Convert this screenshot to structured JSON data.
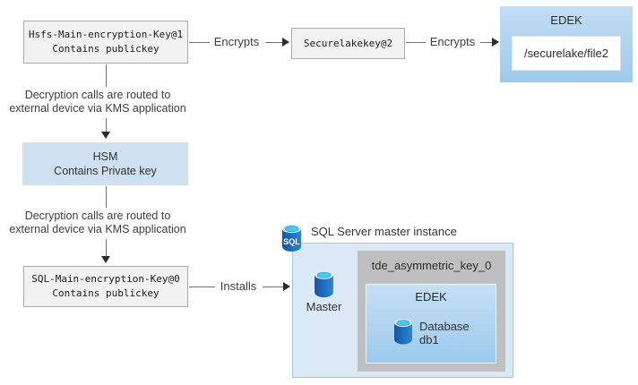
{
  "flow": {
    "hdfs_key": {
      "name": "Hsfs-Main-encryption-Key@1",
      "contains": "Contains publickey"
    },
    "encrypts1": "Encrypts",
    "securelake_key": "Securelakekey@2",
    "encrypts2": "Encrypts",
    "edek_file": {
      "title": "EDEK",
      "path": "/securelake/file2"
    },
    "kms_note1": {
      "line1": "Decryption calls are routed to",
      "line2": "external device via KMS application"
    },
    "hsm": {
      "title": "HSM",
      "contains": "Contains Private key"
    },
    "kms_note2": {
      "line1": "Decryption calls are routed to",
      "line2": "external device via KMS application"
    },
    "sql_key": {
      "name": "SQL-Main-encryption-Key@0",
      "contains": "Contains publickey"
    },
    "installs": "Installs",
    "instance": {
      "icon_label": "SQL",
      "title": "SQL Server master instance",
      "master": "Master",
      "tde_key": "tde_asymmetric_key_0",
      "edek_title": "EDEK",
      "db_line1": "Database",
      "db_line2": "db1"
    }
  },
  "colors": {
    "key_box_bg": "#f2f2f2",
    "key_box_border": "#ababab",
    "hsm_bg": "#cfe1f1",
    "edek_top": "#c3ddf4",
    "edek_bottom": "#9dcaec",
    "instance_bg": "#dbe9f7",
    "instance_border": "#a6c5e4",
    "tde_bg": "#bfbfbf",
    "cylinder_body": "#1f6fc4",
    "cylinder_cap": "#4ec9ee",
    "line": "#6e6e6e"
  }
}
